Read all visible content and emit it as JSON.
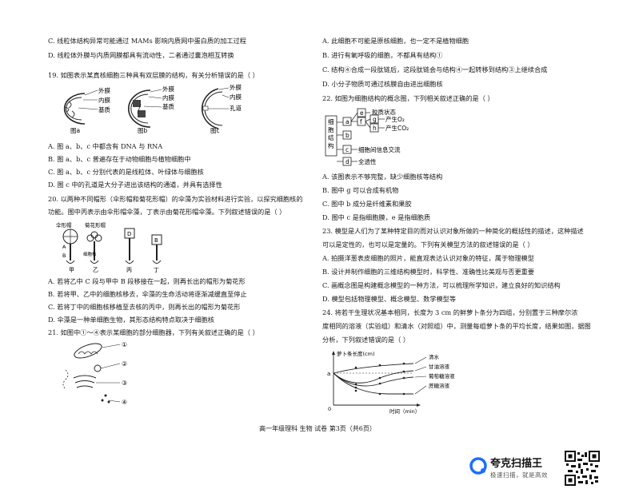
{
  "left": {
    "optC": "C. 线粒体结构异常可能通过 MAMs 影响内质网中蛋白质的加工过程",
    "optD": "D. 线粒体外膜与内质网膜都具有流动性，二者通过囊泡相互转换",
    "q19": {
      "stem": "19. 如图表示某真核细胞三种具有双层膜的结构，有关分析错误的是（     ）",
      "figA": {
        "labels": [
          "外膜",
          "内膜",
          "基质"
        ],
        "caption": "图a"
      },
      "figB": {
        "labels": [
          "外膜",
          "内膜",
          "基质"
        ],
        "caption": "图b"
      },
      "figC": {
        "labels": [
          "外膜",
          "内膜",
          "孔道"
        ],
        "caption": "图c"
      },
      "options": [
        "A. 图 a、b、c 中都含有 DNA 与 RNA",
        "B. 图 a、b、c 普遍存在于动物细胞与植物细胞中",
        "C. 图 a、b、c 分别代表的是线粒体、叶绿体与细胞核",
        "D. 图 c 中的孔道是大分子进出该结构的通道，并具有选择性"
      ]
    },
    "q20": {
      "stem1": "20. 以两种不同帽形（伞形帽和菊花形帽）的伞藻为实验材料进行实验，以探究细胞核的",
      "stem2": "功能。图中丙表示由伞形帽伞藻，丁表示由菊花形帽伞藻。下列叙述错误的是（     ）",
      "fig": {
        "umbrella": "伞形帽",
        "chrysanthemum": "菊花形帽",
        "segA": "A",
        "segB": "B",
        "segC": "C",
        "segD": "D",
        "nucleus": "细胞核",
        "labels": [
          "甲",
          "乙",
          "丙",
          "丁"
        ]
      },
      "options": [
        "A. 若将乙中 C 段与甲中 B 段移接在一起，则再长出的帽形为菊花形",
        "B. 若将甲、乙中的细胞核移去，伞藻的生命活动将逐渐减缓直至停止",
        "C. 若将丁中的细胞核移植至去核的丙中，则再长出的帽形为菊花形",
        "D. 伞藻是一种单细胞生物，其形态结构特点取决于细胞核"
      ]
    },
    "q21": {
      "stem": "21. 如图中①～④表示某细胞的部分细胞器，下列有关叙述正确的是（     ）",
      "marks": [
        "①",
        "②",
        "③",
        "④"
      ]
    }
  },
  "right": {
    "q21opts": [
      "A. 此细胞不可能是原核细胞，也一定不是植物细胞",
      "B. 进行有氧呼吸的细胞，不都具有结构①",
      "C. 结构④合成一段肽链后，这段肽链会与结构④一起转移到结构③上继续合成",
      "D. 小分子物质可通过核膜自由进出细胞核"
    ],
    "q22": {
      "stem": "22. 如图为细胞结构的概念图，下列相关叙述正确的是（     ）",
      "fig": {
        "root": "细胞结构",
        "boxes": [
          "a",
          "b",
          "c",
          "d",
          "e",
          "f",
          "g",
          "h"
        ],
        "texts": [
          "胶质状态",
          "产生O₂",
          "产生CO₂",
          "细胞间信息交流",
          "全透性"
        ]
      },
      "options": [
        "A. 该图表示不够完整，缺少细胞核等结构",
        "B. 图中 g 可以合成有机物",
        "C. 图中 b 成分是纤维素和果胶",
        "D. 图中 c 是指细胞膜，e 是指细胞质"
      ]
    },
    "q23": {
      "stem1": "23. 模型是人们为了某种特定目的而对认识对象所做的一种简化的概括性的描述，这种描述",
      "stem2": "可以是定性的，也可以是定量的。下列有关模型方法的叙述错误的是（     ）",
      "options": [
        "A. 拍摄洋葱表皮细胞的照片，能直观表达认识对象的特征，属于物理模型",
        "B. 设计并制作细胞的三维结构模型时，科学性、准确性比美观与否更重要",
        "C. 画概念图是构建概念模型的一种方法，可以梳理所学知识，建立良好的知识结构",
        "D. 模型包括物理模型、概念模型、数学模型等"
      ]
    },
    "q24": {
      "stem1": "24. 将若干生理状况基本相同，长度为 3 cm 的鲜萝卜条分为四组，分别置于三种摩尔浓",
      "stem2": "度相同的溶液（实验组）和清水（对照组）中，测量每组萝卜条的平均长度，结果如图，据图",
      "stem3": "分析，下列叙述错误的是（     ）",
      "chart": {
        "ylabel": "萝卜条长度(cm)",
        "xlabel": "时间（min）",
        "y_mark": "a",
        "origin": "0",
        "legend": [
          "清水",
          "甘油溶液",
          "葡萄糖溶液",
          "蔗糖溶液"
        ]
      }
    }
  },
  "footer": "高一年级理科  生物  试卷  第3页（共6页）",
  "brand": {
    "name": "夸克扫描王",
    "slogan": "极速扫描，就是高效",
    "accent": "#1e6cff"
  }
}
